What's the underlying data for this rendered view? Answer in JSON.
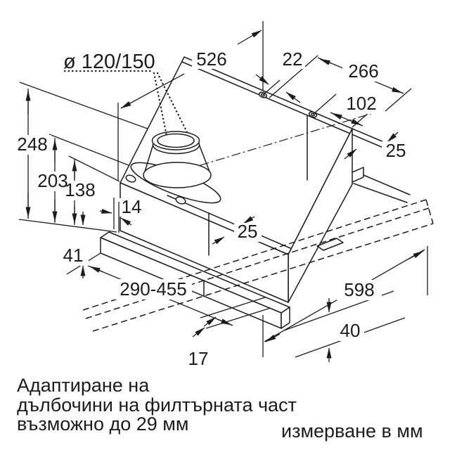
{
  "dim_labels": {
    "diameter": "ø 120/150",
    "d526": "526",
    "d22": "22",
    "d266": "266",
    "d102": "102",
    "d25_right": "25",
    "d248": "248",
    "d203": "203",
    "d138": "138",
    "d14": "14",
    "d25_mid": "25",
    "d41": "41",
    "d290_455": "290-455",
    "d598": "598",
    "d40": "40",
    "d17": "17"
  },
  "notes": {
    "line1": "Адаптиране на",
    "line2": "дълбочини на филтърната част",
    "line3": "възможно до 29 мм",
    "units": "измерване в мм"
  },
  "colors": {
    "line": "#1c1c1c",
    "background": "#ffffff"
  }
}
